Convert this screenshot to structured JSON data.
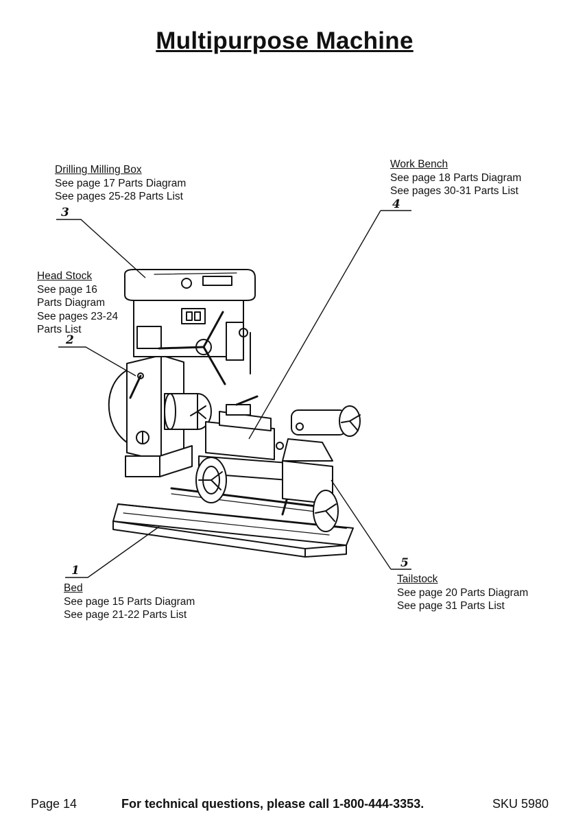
{
  "title": "Multipurpose Machine",
  "callouts": {
    "drilling_milling_box": {
      "number": "3",
      "heading": "Drilling Milling Box",
      "lines": [
        "See page 17 Parts Diagram",
        "See pages 25-28 Parts List"
      ]
    },
    "work_bench": {
      "number": "4",
      "heading": "Work Bench",
      "lines": [
        "See page 18 Parts Diagram",
        "See pages 30-31 Parts List"
      ]
    },
    "head_stock": {
      "number": "2",
      "heading": "Head Stock",
      "lines": [
        "See page 16",
        "Parts Diagram",
        "See pages 23-24",
        "Parts List"
      ]
    },
    "bed": {
      "number": "1",
      "heading": "Bed",
      "lines": [
        "See page 15 Parts Diagram",
        "See page 21-22 Parts List"
      ]
    },
    "tailstock": {
      "number": "5",
      "heading": "Tailstock",
      "lines": [
        "See page 20 Parts Diagram",
        "See page 31 Parts List"
      ]
    }
  },
  "footer": {
    "page": "Page 14",
    "technical": "For technical questions, please call 1-800-444-3353.",
    "sku": "SKU 5980"
  }
}
